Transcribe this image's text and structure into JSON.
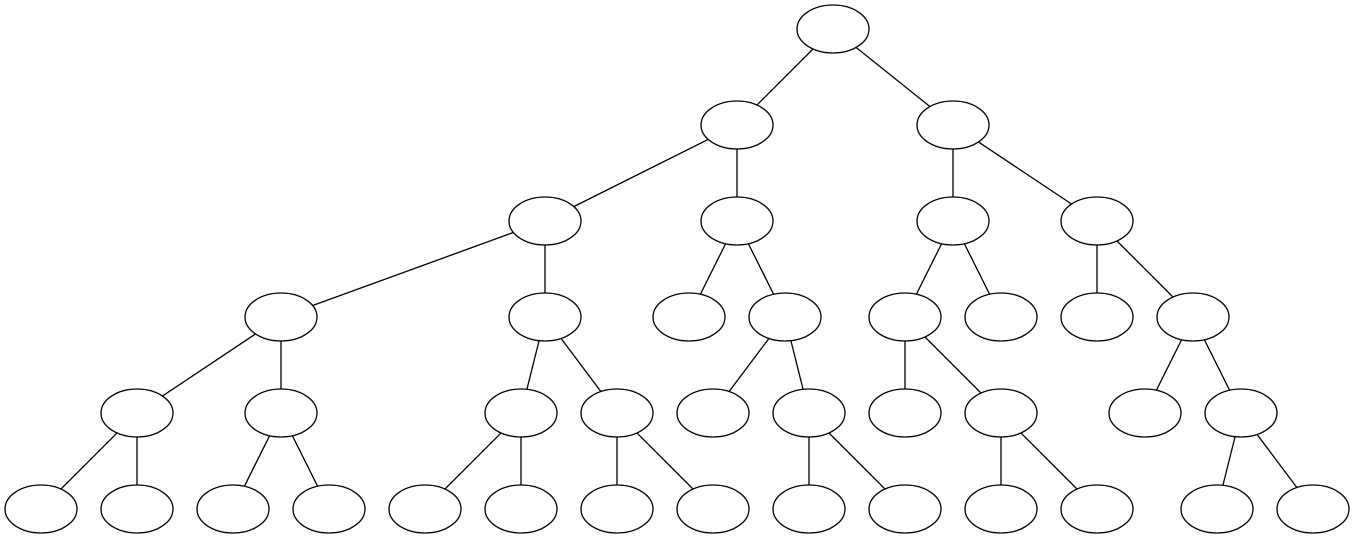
{
  "diagram": {
    "type": "tree",
    "node_labels_visible": false,
    "colors": {
      "stroke": "#000000",
      "fill": "#ffffff",
      "background": "#ffffff"
    },
    "nodes": [
      "n0",
      "n1a",
      "n1b",
      "n2a",
      "n2b",
      "n2c",
      "n2d",
      "n3a",
      "n3b",
      "n3c",
      "n3d",
      "n3e",
      "n3f",
      "n3g",
      "n3h",
      "n4a",
      "n4b",
      "n4c",
      "n4d",
      "n4e",
      "n4f",
      "n4g",
      "n4h",
      "n4i",
      "n4j",
      "n5a",
      "n5b",
      "n5c",
      "n5d",
      "n5e",
      "n5f",
      "n5g",
      "n5h",
      "n5i",
      "n5j",
      "n5k",
      "n5l",
      "n5m",
      "n5n"
    ],
    "edges": [
      [
        "n0",
        "n1a"
      ],
      [
        "n0",
        "n1b"
      ],
      [
        "n1a",
        "n2a"
      ],
      [
        "n1a",
        "n2b"
      ],
      [
        "n1b",
        "n2c"
      ],
      [
        "n1b",
        "n2d"
      ],
      [
        "n2a",
        "n3a"
      ],
      [
        "n2a",
        "n3b"
      ],
      [
        "n2b",
        "n3c"
      ],
      [
        "n2b",
        "n3d"
      ],
      [
        "n2c",
        "n3e"
      ],
      [
        "n2c",
        "n3f"
      ],
      [
        "n2d",
        "n3g"
      ],
      [
        "n2d",
        "n3h"
      ],
      [
        "n3a",
        "n4a"
      ],
      [
        "n3a",
        "n4b"
      ],
      [
        "n3b",
        "n4c"
      ],
      [
        "n3b",
        "n4d"
      ],
      [
        "n3d",
        "n4e"
      ],
      [
        "n3d",
        "n4f"
      ],
      [
        "n3e",
        "n4g"
      ],
      [
        "n3e",
        "n4h"
      ],
      [
        "n3h",
        "n4i"
      ],
      [
        "n3h",
        "n4j"
      ],
      [
        "n4a",
        "n5a"
      ],
      [
        "n4a",
        "n5b"
      ],
      [
        "n4b",
        "n5c"
      ],
      [
        "n4b",
        "n5d"
      ],
      [
        "n4c",
        "n5e"
      ],
      [
        "n4c",
        "n5f"
      ],
      [
        "n4d",
        "n5g"
      ],
      [
        "n4d",
        "n5h"
      ],
      [
        "n4f",
        "n5i"
      ],
      [
        "n4f",
        "n5j"
      ],
      [
        "n4h",
        "n5k"
      ],
      [
        "n4h",
        "n5l"
      ],
      [
        "n4j",
        "n5m"
      ],
      [
        "n4j",
        "n5n"
      ]
    ]
  }
}
